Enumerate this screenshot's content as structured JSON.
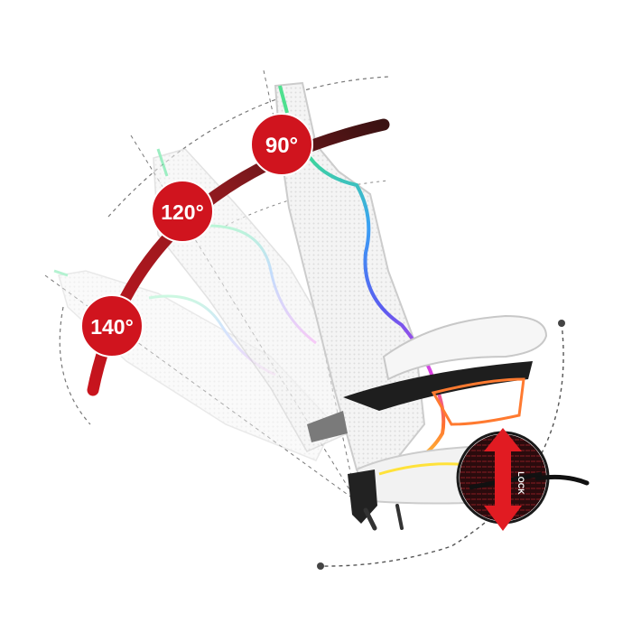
{
  "colors": {
    "arc_dark": "#4a1414",
    "arc_red": "#b3121b",
    "badge_red": "#d0141e",
    "lock_bg": "#2a0b0d",
    "lock_arrow": "#e11b22",
    "dashed_line": "#6f6f6f",
    "mesh": "#d8d8d8",
    "frame_dark": "#222222"
  },
  "angles": [
    {
      "label": "90°"
    },
    {
      "label": "120°"
    },
    {
      "label": "140°"
    }
  ],
  "lock": {
    "label": "LOCK",
    "icon": "lock-lever-icon"
  }
}
